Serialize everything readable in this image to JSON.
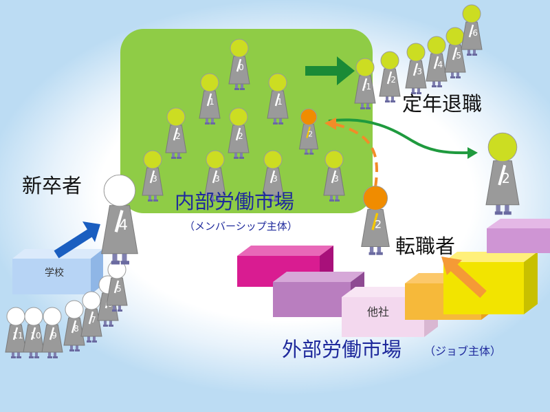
{
  "labels": {
    "internal_market": "内部労働市場",
    "internal_market_sub": "（メンバーシップ主体）",
    "external_market": "外部労働市場",
    "external_market_sub": "（ジョブ主体）",
    "new_graduates": "新卒者",
    "retirement": "定年退職",
    "job_changer": "転職者",
    "other_company": "他社",
    "school": "学校"
  },
  "colors": {
    "internal_zone": "#8fcc46",
    "label_blue": "#1f2a9c",
    "person_yellow": "#ccdd22",
    "person_orange": "#f08c00",
    "person_white": "#ffffff",
    "body_gray": "#9a9a9a",
    "arrow_green": "#1f9a3e",
    "arrow_blue": "#1e6fd0",
    "arrow_orange": "#f5a040"
  },
  "people": {
    "students": [
      {
        "label": "11",
        "kind": "student"
      },
      {
        "label": "10",
        "kind": "student"
      },
      {
        "label": "9",
        "kind": "student"
      },
      {
        "label": "8",
        "kind": "student"
      },
      {
        "label": "7",
        "kind": "student"
      },
      {
        "label": "6",
        "kind": "student"
      },
      {
        "label": "5",
        "kind": "student"
      },
      {
        "label": "4",
        "kind": "student"
      }
    ],
    "employees": [
      {
        "label": "0",
        "kind": "employee"
      },
      {
        "label": "1",
        "kind": "employee"
      },
      {
        "label": "1",
        "kind": "employee"
      },
      {
        "label": "2",
        "kind": "employee"
      },
      {
        "label": "2",
        "kind": "employee"
      },
      {
        "label": "2",
        "kind": "changer"
      },
      {
        "label": "3",
        "kind": "employee"
      },
      {
        "label": "3",
        "kind": "employee"
      },
      {
        "label": "3",
        "kind": "employee"
      },
      {
        "label": "3",
        "kind": "employee"
      },
      {
        "label": "3",
        "kind": "employee"
      }
    ],
    "retirees": [
      {
        "label": "-1",
        "kind": "retiree"
      },
      {
        "label": "-2",
        "kind": "retiree"
      },
      {
        "label": "-3",
        "kind": "retiree"
      },
      {
        "label": "-4",
        "kind": "retiree"
      },
      {
        "label": "-5",
        "kind": "retiree"
      },
      {
        "label": "-6",
        "kind": "retiree"
      }
    ],
    "outsiders": [
      {
        "label": "2",
        "kind": "changer"
      },
      {
        "label": "2",
        "kind": "employee"
      }
    ]
  }
}
